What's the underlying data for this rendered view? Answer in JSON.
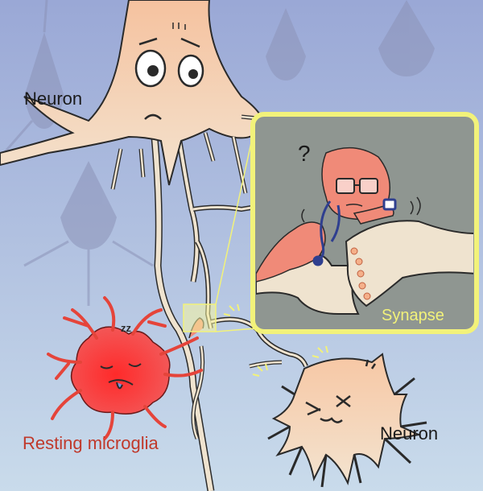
{
  "labels": {
    "neuron_top": "Neuron",
    "neuron_bottom": "Neuron",
    "synapse": "Synapse",
    "microglia": "Resting microglia",
    "question_mark": "?",
    "sleep_symbol": "zz"
  },
  "colors": {
    "bg_top": "#9aa8d6",
    "bg_bottom": "#c7d7ea",
    "neuron_fill_top": "#f7c9a8",
    "neuron_fill_bottom": "#f4e2cc",
    "neuron_stroke": "#2a2a2a",
    "dendrite_fill": "#efe3cf",
    "microglia_fill": "#ef3b3b",
    "microglia_label": "#c0392b",
    "inset_bg": "#8f9691",
    "inset_border": "#f2f27a",
    "synapse_label": "#f2f27a",
    "microglia_body_inset": "#f08a78",
    "stethoscope": "#2f3f8f"
  },
  "icons": [
    "stethoscope-icon",
    "glasses-icon",
    "spark-icon"
  ]
}
